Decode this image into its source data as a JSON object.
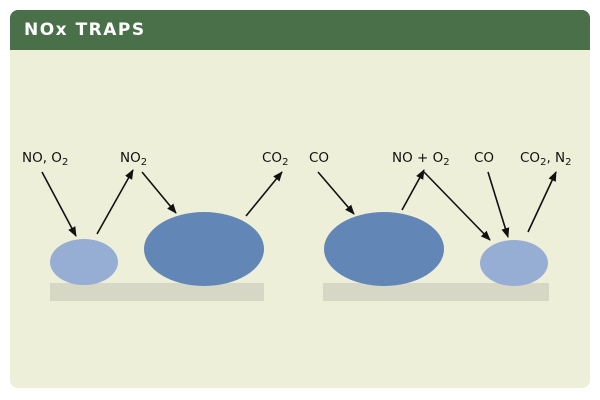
{
  "header": {
    "title": "NOx TRAPS"
  },
  "colors": {
    "header_bg": "#4a7049",
    "panel_bg": "#eeefd9",
    "substrate": "#d6d7c5",
    "catalyst_large": "#6286b6",
    "catalyst_small": "#96aed3",
    "arrow": "#111111"
  },
  "left_panel": {
    "labels": {
      "no_o2": {
        "text": "NO, O",
        "sub": "2"
      },
      "no2": {
        "text": "NO",
        "sub": "2"
      },
      "co2": {
        "text": "CO",
        "sub": "2"
      }
    }
  },
  "right_panel": {
    "labels": {
      "co_left": {
        "text": "CO"
      },
      "no_plus_o2": {
        "text": "NO + O",
        "sub": "2"
      },
      "co_right": {
        "text": "CO"
      },
      "co2_n2": {
        "text": "CO",
        "sub": "2",
        "text2": ", N",
        "sub2": "2"
      }
    }
  }
}
